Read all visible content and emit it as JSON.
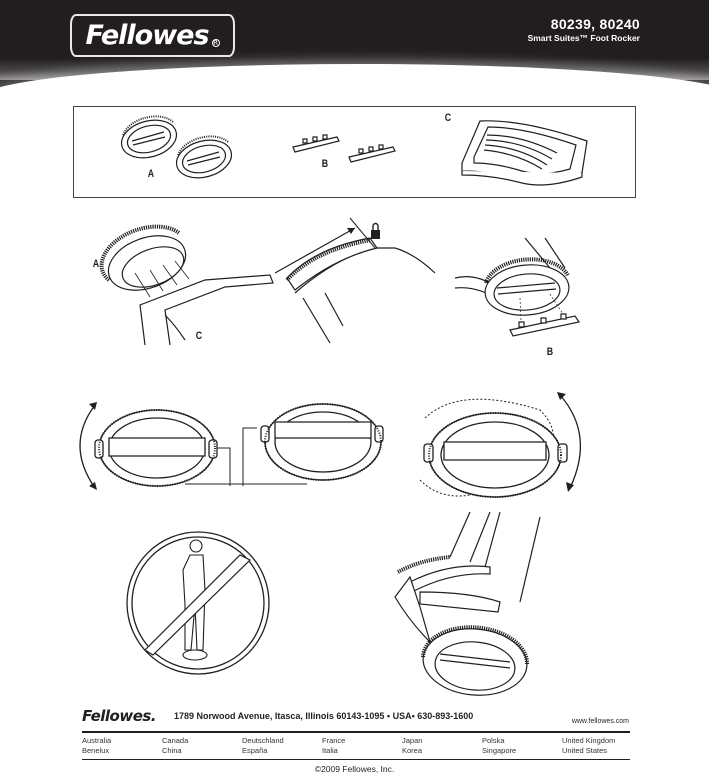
{
  "header": {
    "brand": "Fellowes",
    "model_numbers": "80239, 80240",
    "product_name": "Smart Suites™ Foot Rocker",
    "background_color": "#221e1f"
  },
  "parts": {
    "labels": [
      "A",
      "B",
      "C"
    ],
    "descriptions": {
      "A": "rocker-disc-pair",
      "B": "locking-clip-pair",
      "C": "footrest-platform"
    }
  },
  "steps": {
    "step1": {
      "labels": [
        "A",
        "C"
      ],
      "icon": "attach-discs-to-platform"
    },
    "step2": {
      "icon": "slide-to-lock",
      "lock_icon": "padlock-icon"
    },
    "step3": {
      "labels": [
        "B"
      ],
      "icon": "insert-clip"
    },
    "step4": {
      "icon": "adjust-height-rotate"
    },
    "step5": {
      "icon": "rocking-motion"
    },
    "step6": {
      "icon": "do-not-stand-warning"
    },
    "step7": {
      "icon": "feet-on-rocker-usage"
    }
  },
  "footer": {
    "brand": "Fellowes.",
    "address": "1789 Norwood Avenue, Itasca, Illinois 60143-1095 • USA• 630-893-1600",
    "url": "www.fellowes.com",
    "countries": [
      [
        "Australia",
        "Benelux"
      ],
      [
        "Canada",
        "China"
      ],
      [
        "Deutschland",
        "España"
      ],
      [
        "France",
        "Italia"
      ],
      [
        "Japan",
        "Korea"
      ],
      [
        "Polska",
        "Singapore"
      ],
      [
        "United Kingdom",
        "United States"
      ]
    ],
    "copyright": "©2009 Fellowes, Inc."
  }
}
